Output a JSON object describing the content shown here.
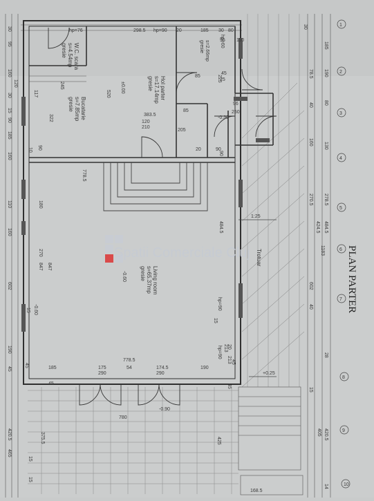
{
  "title": "PLAN PARTER",
  "watermark": "Spatii Comerciale Cluj",
  "rooms": {
    "wc": {
      "name": "W.C. scara",
      "area": "s=4.54mp",
      "finish": "gresie"
    },
    "hol": {
      "name": "Hol parter",
      "area": "s=17.14mp",
      "finish": "gresie"
    },
    "bucatarie": {
      "name": "Bucatarie",
      "area": "s=7.85mp",
      "finish": "gresie"
    },
    "living": {
      "name": "Living room",
      "area": "s=65.37mp",
      "finish": "gresie"
    },
    "trotuar": "Trotuar",
    "small": {
      "area": "s=2.66mp",
      "finish": "gresie"
    }
  },
  "levels": {
    "hol": "±0.00",
    "living": "-0.60",
    "terrace": "+0.25",
    "trotuar_slope": "1:25",
    "entry": "-0.30",
    "yard": "-0.90"
  },
  "dims_top": [
    "hp=76",
    "298.5",
    "hp=90",
    "20",
    "185",
    "30",
    "80"
  ],
  "dims_mid": [
    "383.5",
    "120",
    "210",
    "85",
    "205",
    "96",
    "250",
    "90",
    "20",
    "95",
    "45",
    "25",
    "85",
    "110"
  ],
  "dims_horiz_bottom": [
    "185",
    "175",
    "290",
    "778.5",
    "54",
    "174.5",
    "290",
    "190",
    "45",
    "780",
    "168.5"
  ],
  "dims_left_outer": [
    "30",
    "95",
    "160",
    "30",
    "15",
    "90",
    "185",
    "160",
    "110",
    "160",
    "602",
    "190",
    "45",
    "420.5",
    "465"
  ],
  "dims_left_inner": [
    "120",
    "245",
    "117",
    "322",
    "90",
    "10",
    "180",
    "270",
    "847",
    "15",
    "213",
    "45",
    "375.5",
    "15",
    "15"
  ],
  "dims_right": [
    "hp=60",
    "225",
    "90",
    "hp=90",
    "15",
    "hp=90",
    "20",
    "213",
    "45",
    "45",
    "425"
  ],
  "dims_right_outer": [
    "30",
    "1183",
    "78.5",
    "40",
    "160",
    "270.5",
    "602",
    "40",
    "424.5",
    "15",
    "405"
  ],
  "dims_far_right": [
    "185",
    "190",
    "80",
    "130",
    "278.5",
    "484.5",
    "28",
    "420.5",
    "14"
  ],
  "marks_left": [
    "-0.60"
  ],
  "dims_center": [
    "778.5",
    "484.5",
    "520",
    "847"
  ],
  "axis_numbers": [
    "1",
    "2",
    "3",
    "4",
    "5",
    "6",
    "7",
    "8",
    "9",
    "10"
  ],
  "colors": {
    "paper": "#c9cbcb",
    "line": "#3a3a3a",
    "watermark_red": "#d94a4a"
  }
}
